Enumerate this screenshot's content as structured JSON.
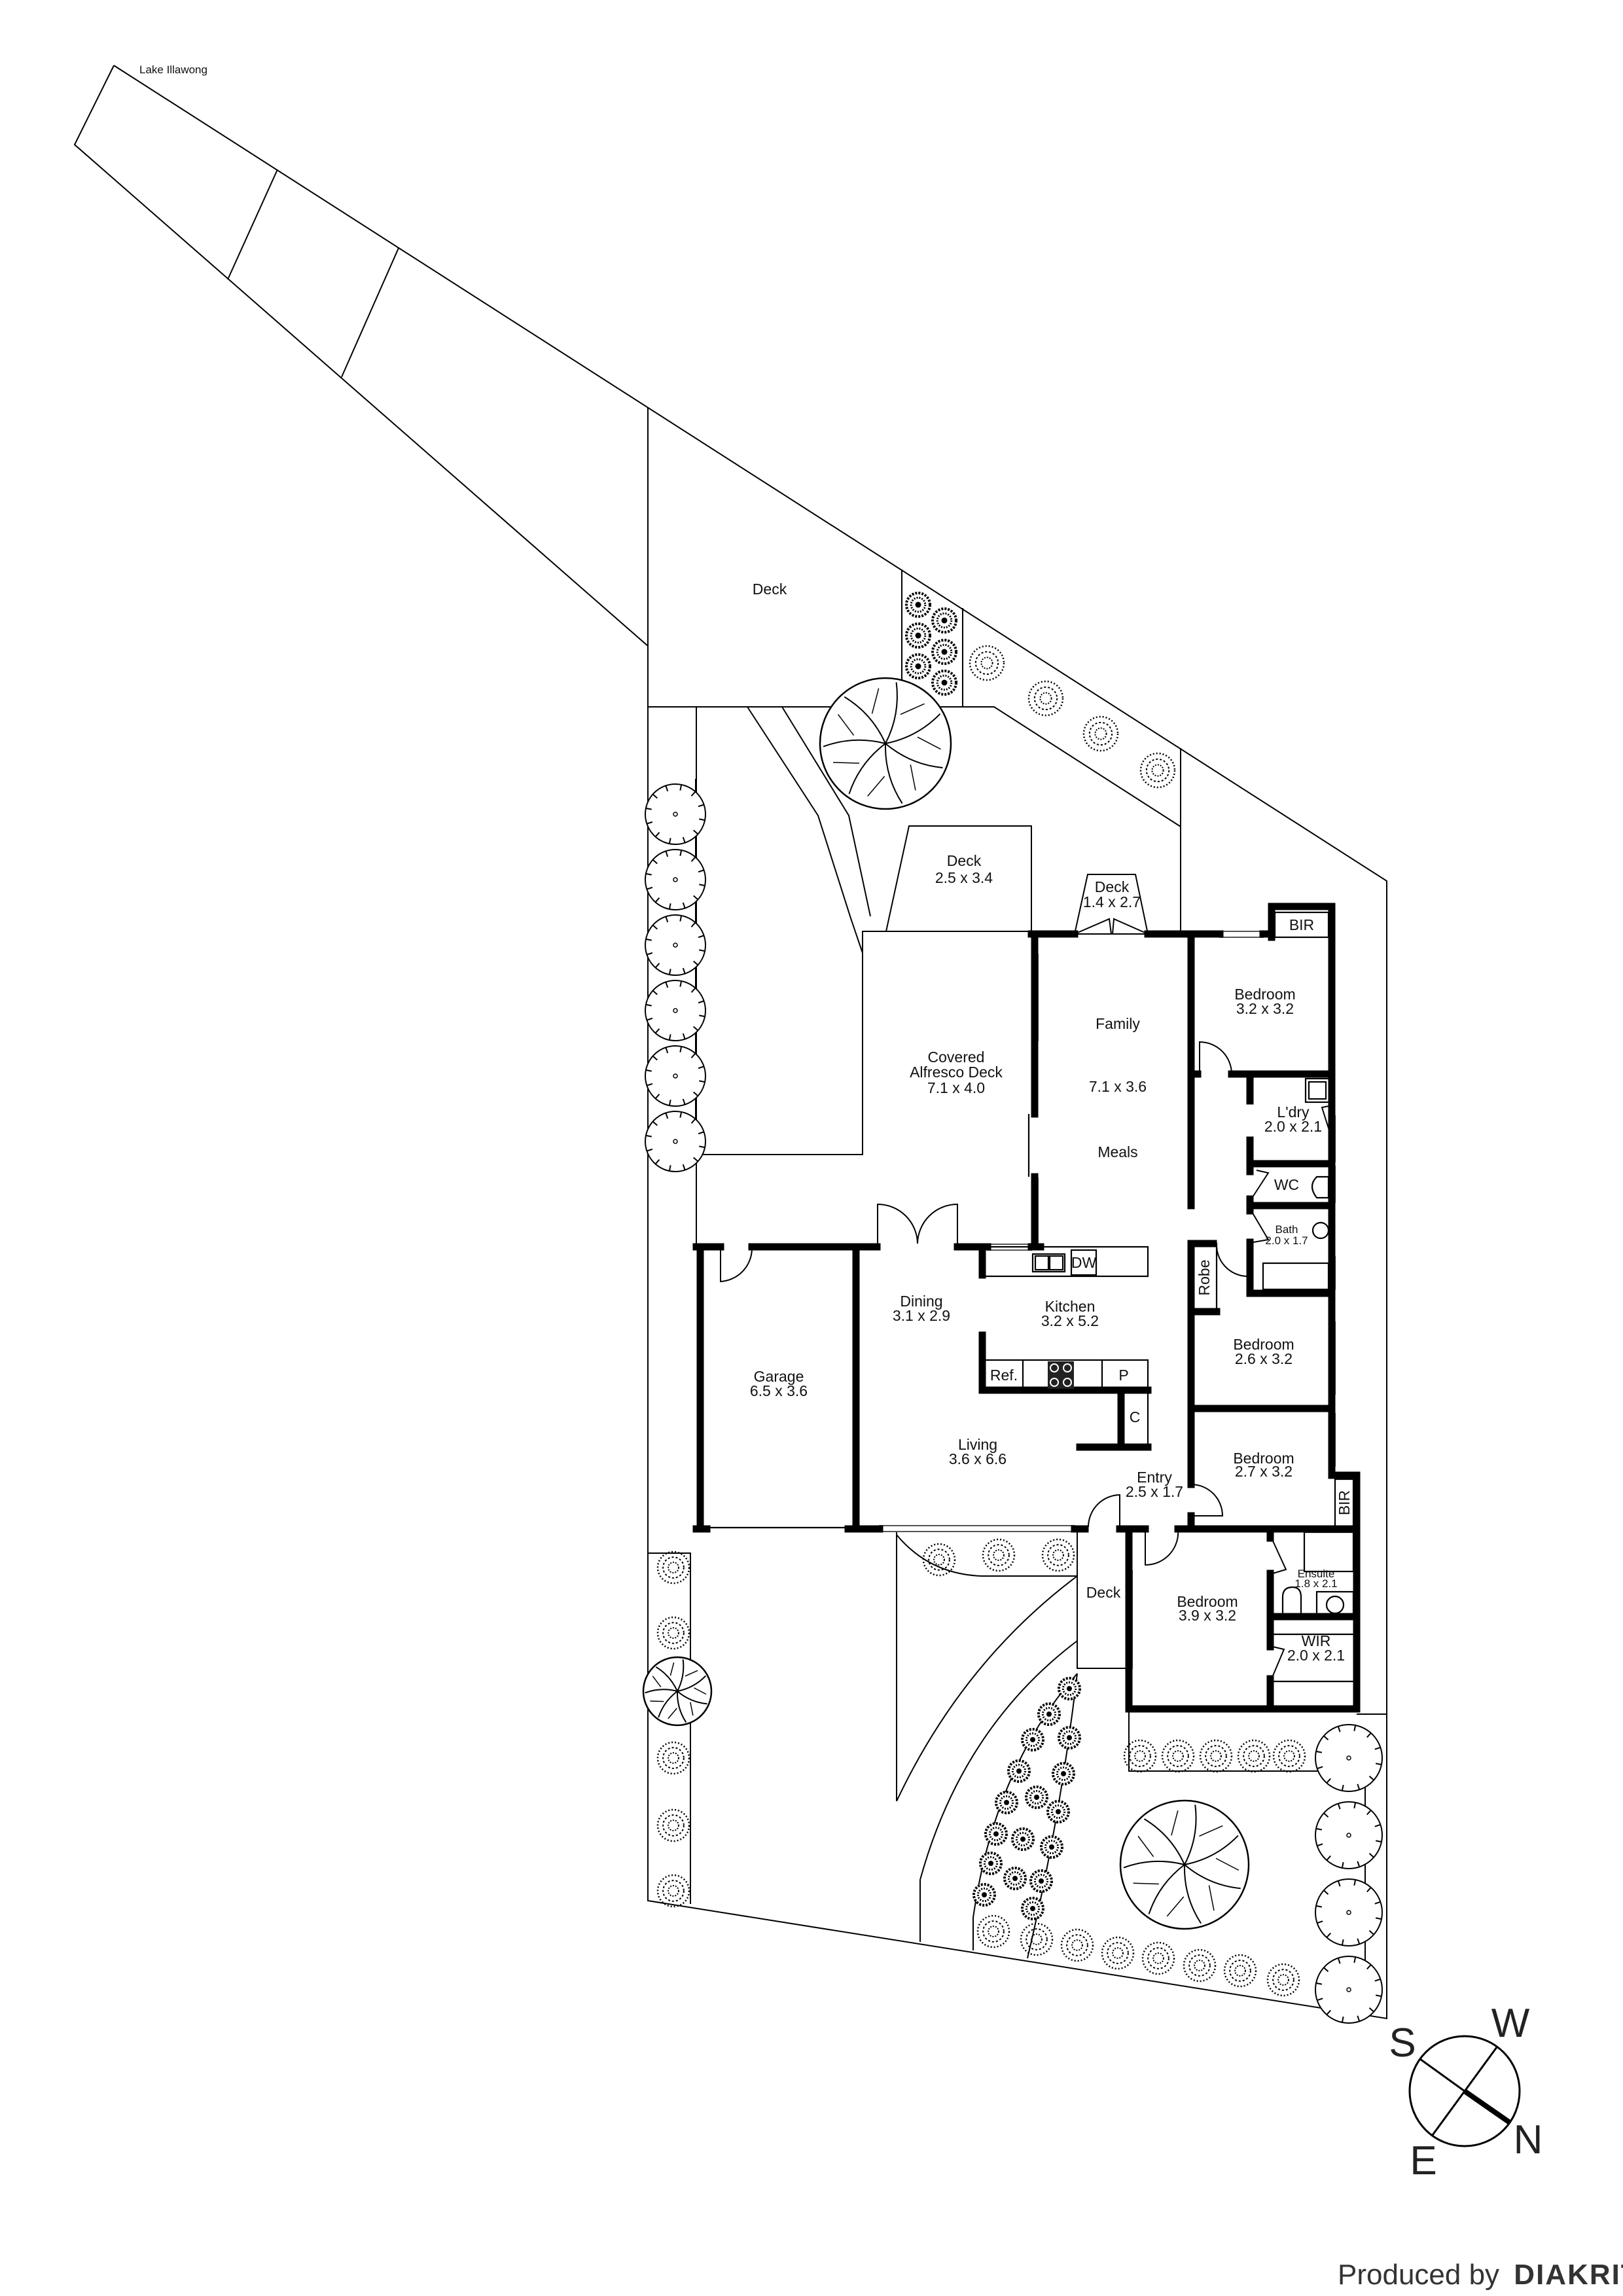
{
  "site": {
    "water_label": "Lake Illawong"
  },
  "outdoor": {
    "deck_rear": "Deck",
    "deck_a": {
      "name": "Deck",
      "size": "2.5 x 3.4"
    },
    "deck_b": {
      "name": "Deck",
      "size": "1.4 x 2.7"
    },
    "alfresco": {
      "name_line1": "Covered",
      "name_line2": "Alfresco Deck",
      "size": "7.1 x 4.0"
    },
    "deck_front": "Deck"
  },
  "rooms": {
    "bedroom_1": {
      "name": "Bedroom",
      "size": "3.2 x 3.2"
    },
    "bir_1": "BIR",
    "family": {
      "name": "Family",
      "size": "7.1 x 3.6",
      "meals": "Meals"
    },
    "laundry": {
      "name": "L'dry",
      "size": "2.0 x 2.1"
    },
    "wc": "WC",
    "bath": {
      "name": "Bath",
      "size": "2.0 x 1.7"
    },
    "robe": "Robe",
    "dining": {
      "name": "Dining",
      "size": "3.1 x 2.9"
    },
    "kitchen": {
      "name": "Kitchen",
      "size": "3.2 x 5.2",
      "dw": "DW",
      "ref": "Ref.",
      "pantry": "P",
      "cupboard": "C"
    },
    "garage": {
      "name": "Garage",
      "size": "6.5 x 3.6"
    },
    "living": {
      "name": "Living",
      "size": "3.6 x 6.6"
    },
    "entry": {
      "name": "Entry",
      "size": "2.5 x 1.7"
    },
    "bedroom_2": {
      "name": "Bedroom",
      "size": "2.6 x 3.2"
    },
    "bedroom_3": {
      "name": "Bedroom",
      "size": "2.7 x 3.2"
    },
    "bir_2": "BIR",
    "ensuite": {
      "name": "Ensuite",
      "size": "1.8 x 2.1"
    },
    "bedroom_4": {
      "name": "Bedroom",
      "size": "3.9 x 3.2"
    },
    "wir": {
      "name": "WIR",
      "size": "2.0 x 2.1"
    }
  },
  "compass": {
    "s": "S",
    "w": "W",
    "n": "N",
    "e": "E",
    "icon": "compass-icon"
  },
  "credit": {
    "prefix": "Produced by",
    "brand": "DIAKRIT"
  },
  "colors": {
    "line": "#000000",
    "text": "#111111",
    "background": "#ffffff"
  }
}
